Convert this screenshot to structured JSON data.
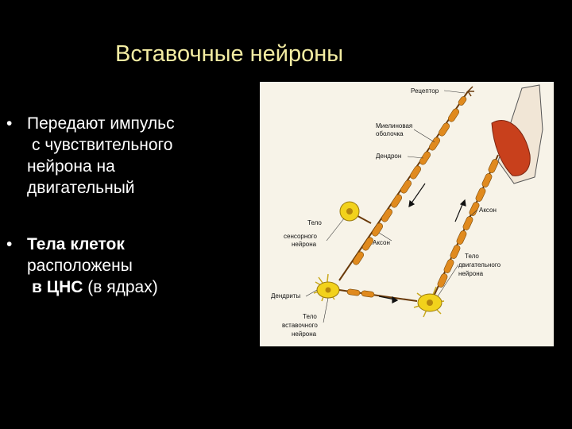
{
  "slide": {
    "title": "Вставочные нейроны",
    "bullet_marker": "•",
    "bullet1": {
      "line1": "Передают импульс",
      "line2": "с чувствительного",
      "line3": "нейрона на",
      "line4": "двигательный"
    },
    "bullet2": {
      "line1": "Тела клеток",
      "line2": "расположены",
      "line3_bold": "в ЦНС",
      "line3_rest": " (в ядрах)"
    }
  },
  "figure": {
    "labels": {
      "receptor": "Рецептор",
      "myelin_1": "Миелиновая",
      "myelin_2": "оболочка",
      "dendron": "Дендрон",
      "axon_right": "Аксон",
      "sensory_1": "Тело",
      "sensory_2": "сенсорного",
      "sensory_3": "нейрона",
      "axon_mid": "Аксон",
      "motor_1": "Тело",
      "motor_2": "двигательного",
      "motor_3": "нейрона",
      "dendrites": "Дендриты",
      "inter_1": "Тело",
      "inter_2": "вставочного",
      "inter_3": "нейрона"
    },
    "colors": {
      "background": "#f7f3e8",
      "myelin": "#e08a1e",
      "muscle": "#c8401c",
      "cell_body": "#f2d21c"
    }
  }
}
